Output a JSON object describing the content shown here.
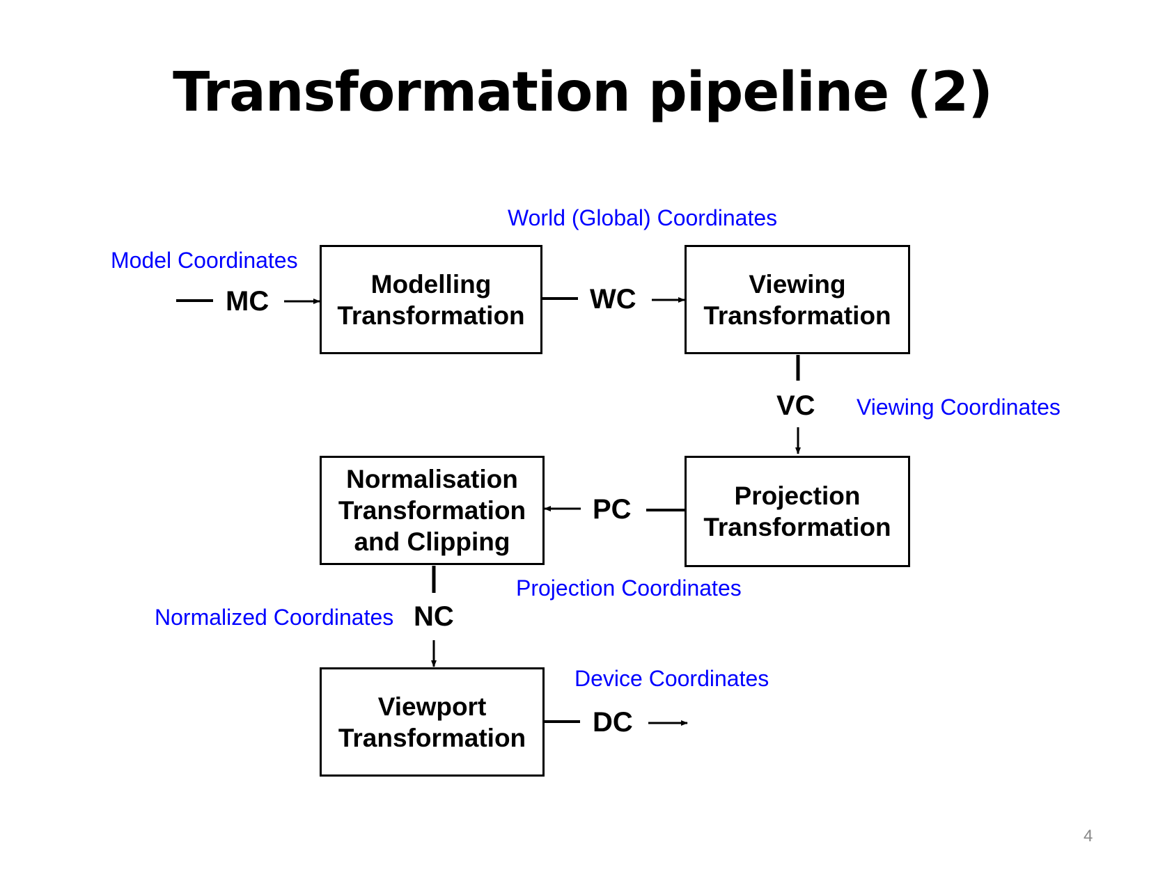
{
  "title": "Transformation pipeline (2)",
  "page_number": "4",
  "colors": {
    "label_blue": "#0000ff",
    "text": "#000000",
    "page_number": "#888888"
  },
  "boxes": {
    "modelling": {
      "line1": "Modelling",
      "line2": "Transformation"
    },
    "viewing": {
      "line1": "Viewing",
      "line2": "Transformation"
    },
    "projection": {
      "line1": "Projection",
      "line2": "Transformation"
    },
    "normalisation": {
      "line1": "Normalisation",
      "line2": "Transformation",
      "line3": "and Clipping"
    },
    "viewport": {
      "line1": "Viewport",
      "line2": "Transformation"
    }
  },
  "abbreviations": {
    "mc": "MC",
    "wc": "WC",
    "vc": "VC",
    "pc": "PC",
    "nc": "NC",
    "dc": "DC"
  },
  "descriptions": {
    "model": "Model Coordinates",
    "world": "World (Global) Coordinates",
    "viewing": "Viewing Coordinates",
    "projection": "Projection Coordinates",
    "normalized": "Normalized Coordinates",
    "device": "Device Coordinates"
  }
}
